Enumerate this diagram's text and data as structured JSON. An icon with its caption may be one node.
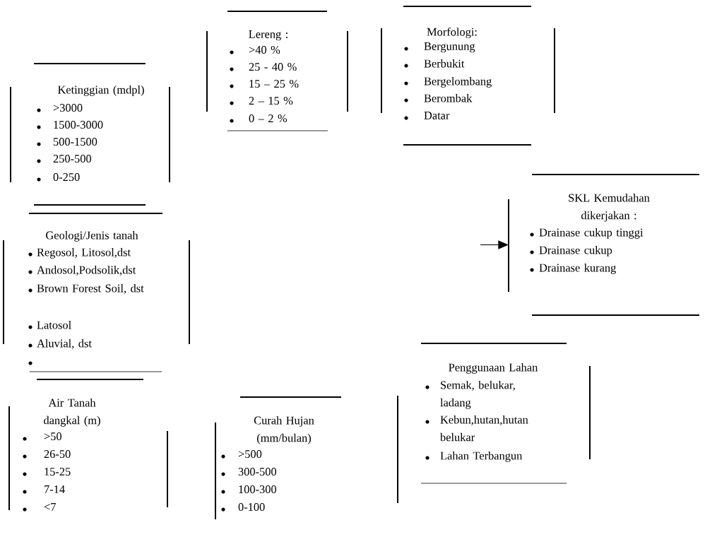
{
  "diagram": {
    "nodes": [
      {
        "text": [
          "Ketinggian (mdpl)",
          ">3000",
          "1500-3000",
          "500-1500",
          "250-500",
          "0-250"
        ]
      },
      {
        "text": [
          "Lereng :",
          ">40 %",
          "25 - 40 %",
          "15 – 25 %",
          "2 – 15 %",
          "0 – 2 %"
        ]
      },
      {
        "text": [
          "Morfologi:",
          "Bergunung",
          "Berbukit",
          "Bergelombang",
          "Berombak",
          "Datar"
        ]
      },
      {
        "text": [
          "SKL Kemudahan dikerjakan :",
          "Drainase cukup tinggi",
          "Drainase cukup",
          "Drainase kurang"
        ]
      },
      {
        "text": [
          "Geologi/Jenis tanah",
          "Regosol, Litosol,dst",
          "Andosol,Podsolik,dst",
          "Brown Forest Soil, dst",
          "Latosol",
          "Aluvial, dst"
        ]
      },
      {
        "text": [
          "Air Tanah dangkal (m)",
          ">50",
          "26-50",
          "15-25",
          "7-14",
          "<7"
        ]
      },
      {
        "text": [
          "Curah Hujan (mm/bulan)",
          ">500",
          "300-500",
          "100-300",
          "0-100"
        ]
      },
      {
        "text": [
          "Penggunaan Lahan",
          "Semak, belukar, ladang",
          "Kebun,hutan,hutan belukar",
          "Lahan Terbangun"
        ]
      }
    ],
    "edges": [
      {
        "from": null,
        "to": 3,
        "arrow": "to"
      }
    ]
  }
}
